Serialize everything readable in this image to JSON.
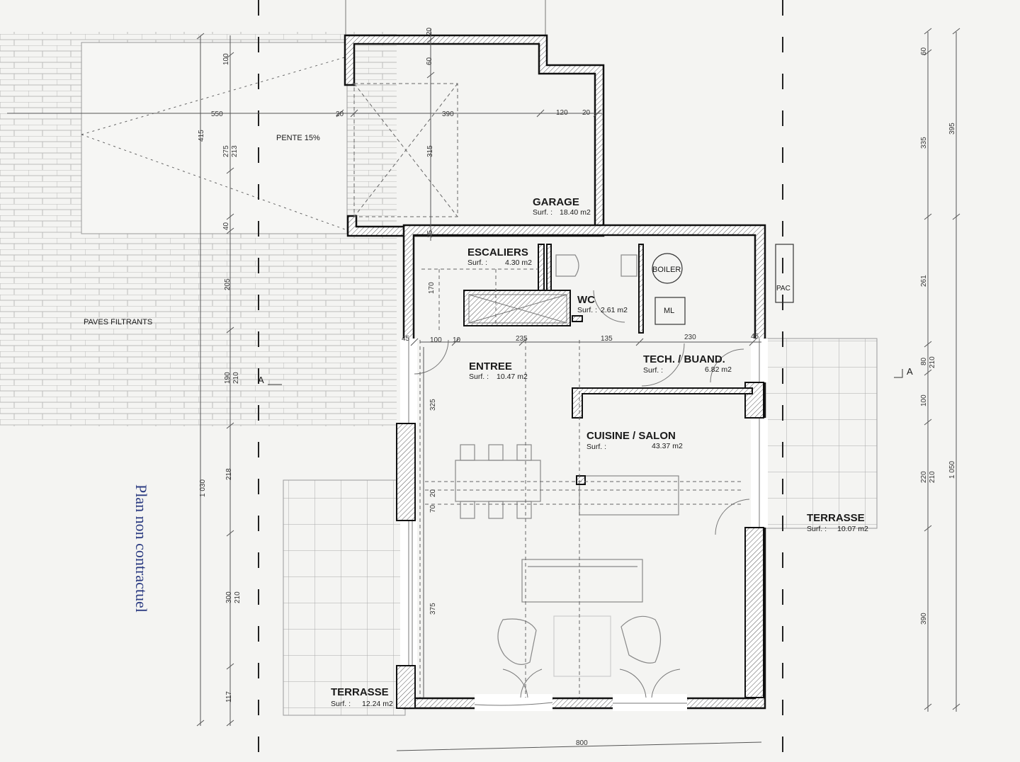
{
  "watermark": "Plan non contractuel",
  "rooms": {
    "garage": {
      "name": "GARAGE",
      "surf_label": "Surf. :",
      "surface": "18.40 m2"
    },
    "escaliers": {
      "name": "ESCALIERS",
      "surf_label": "Surf. :",
      "surface": "4.30 m2"
    },
    "wc": {
      "name": "WC",
      "surf_label": "Surf. :",
      "surface": "2.61 m2"
    },
    "tech": {
      "name": "TECH. / BUAND.",
      "surf_label": "Surf. :",
      "surface": "6.82 m2"
    },
    "entree": {
      "name": "ENTREE",
      "surf_label": "Surf. :",
      "surface": "10.47 m2"
    },
    "cuisine": {
      "name": "CUISINE / SALON",
      "surf_label": "Surf. :",
      "surface": "43.37 m2"
    },
    "terrasse_right": {
      "name": "TERRASSE",
      "surf_label": "Surf. :",
      "surface": "10.07 m2"
    },
    "terrasse_left": {
      "name": "TERRASSE",
      "surf_label": "Surf. :",
      "surface": "12.24 m2"
    }
  },
  "annotations": {
    "pente": "PENTE 15%",
    "paves": "PAVES FILTRANTS",
    "pac": "PAC",
    "boiler": "BOILER",
    "ml": "ML",
    "section_left": "A",
    "section_right": "A"
  },
  "dims": {
    "top": [
      "20",
      "60",
      "550",
      "20",
      "390",
      "120",
      "20",
      "315",
      "15"
    ],
    "left_inner": [
      "100",
      "275",
      "213",
      "40",
      "205",
      "190",
      "210",
      "218",
      "300",
      "210",
      "117"
    ],
    "left_outer": [
      "415",
      "1 030"
    ],
    "interior": [
      "170",
      "45",
      "100",
      "10",
      "235",
      "135",
      "230",
      "45",
      "325",
      "20",
      "70",
      "375"
    ],
    "bottom": "800",
    "right_inner": [
      "60",
      "335",
      "261",
      "80",
      "210",
      "100",
      "220",
      "210",
      "390"
    ],
    "right_outer": [
      "395",
      "1 050"
    ]
  }
}
